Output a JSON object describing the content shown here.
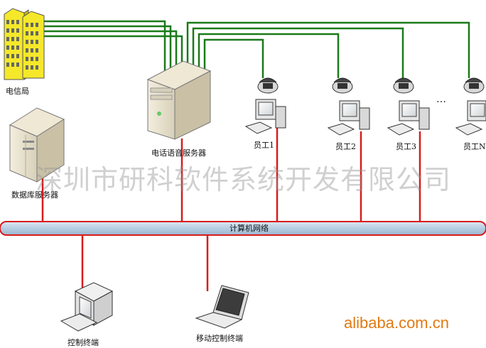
{
  "nodes": {
    "telecom": "电信局",
    "voice_server": "电话语音服务器",
    "db_server": "数据库服务器",
    "employee_1": "员工1",
    "employee_2": "员工2",
    "employee_3": "员工3",
    "employee_n": "员工N",
    "network": "计算机网络",
    "control_terminal": "控制终端",
    "mobile_terminal": "移动控制终端"
  },
  "ellipsis": "…",
  "watermark": "深圳市研科软件系统开发有限公司",
  "brand": "alibaba.com.cn",
  "colors": {
    "phone_line": "#1a7a1a",
    "network_line": "#d81c1c",
    "network_bar": "#b7cde2",
    "brand": "#e07a12"
  }
}
